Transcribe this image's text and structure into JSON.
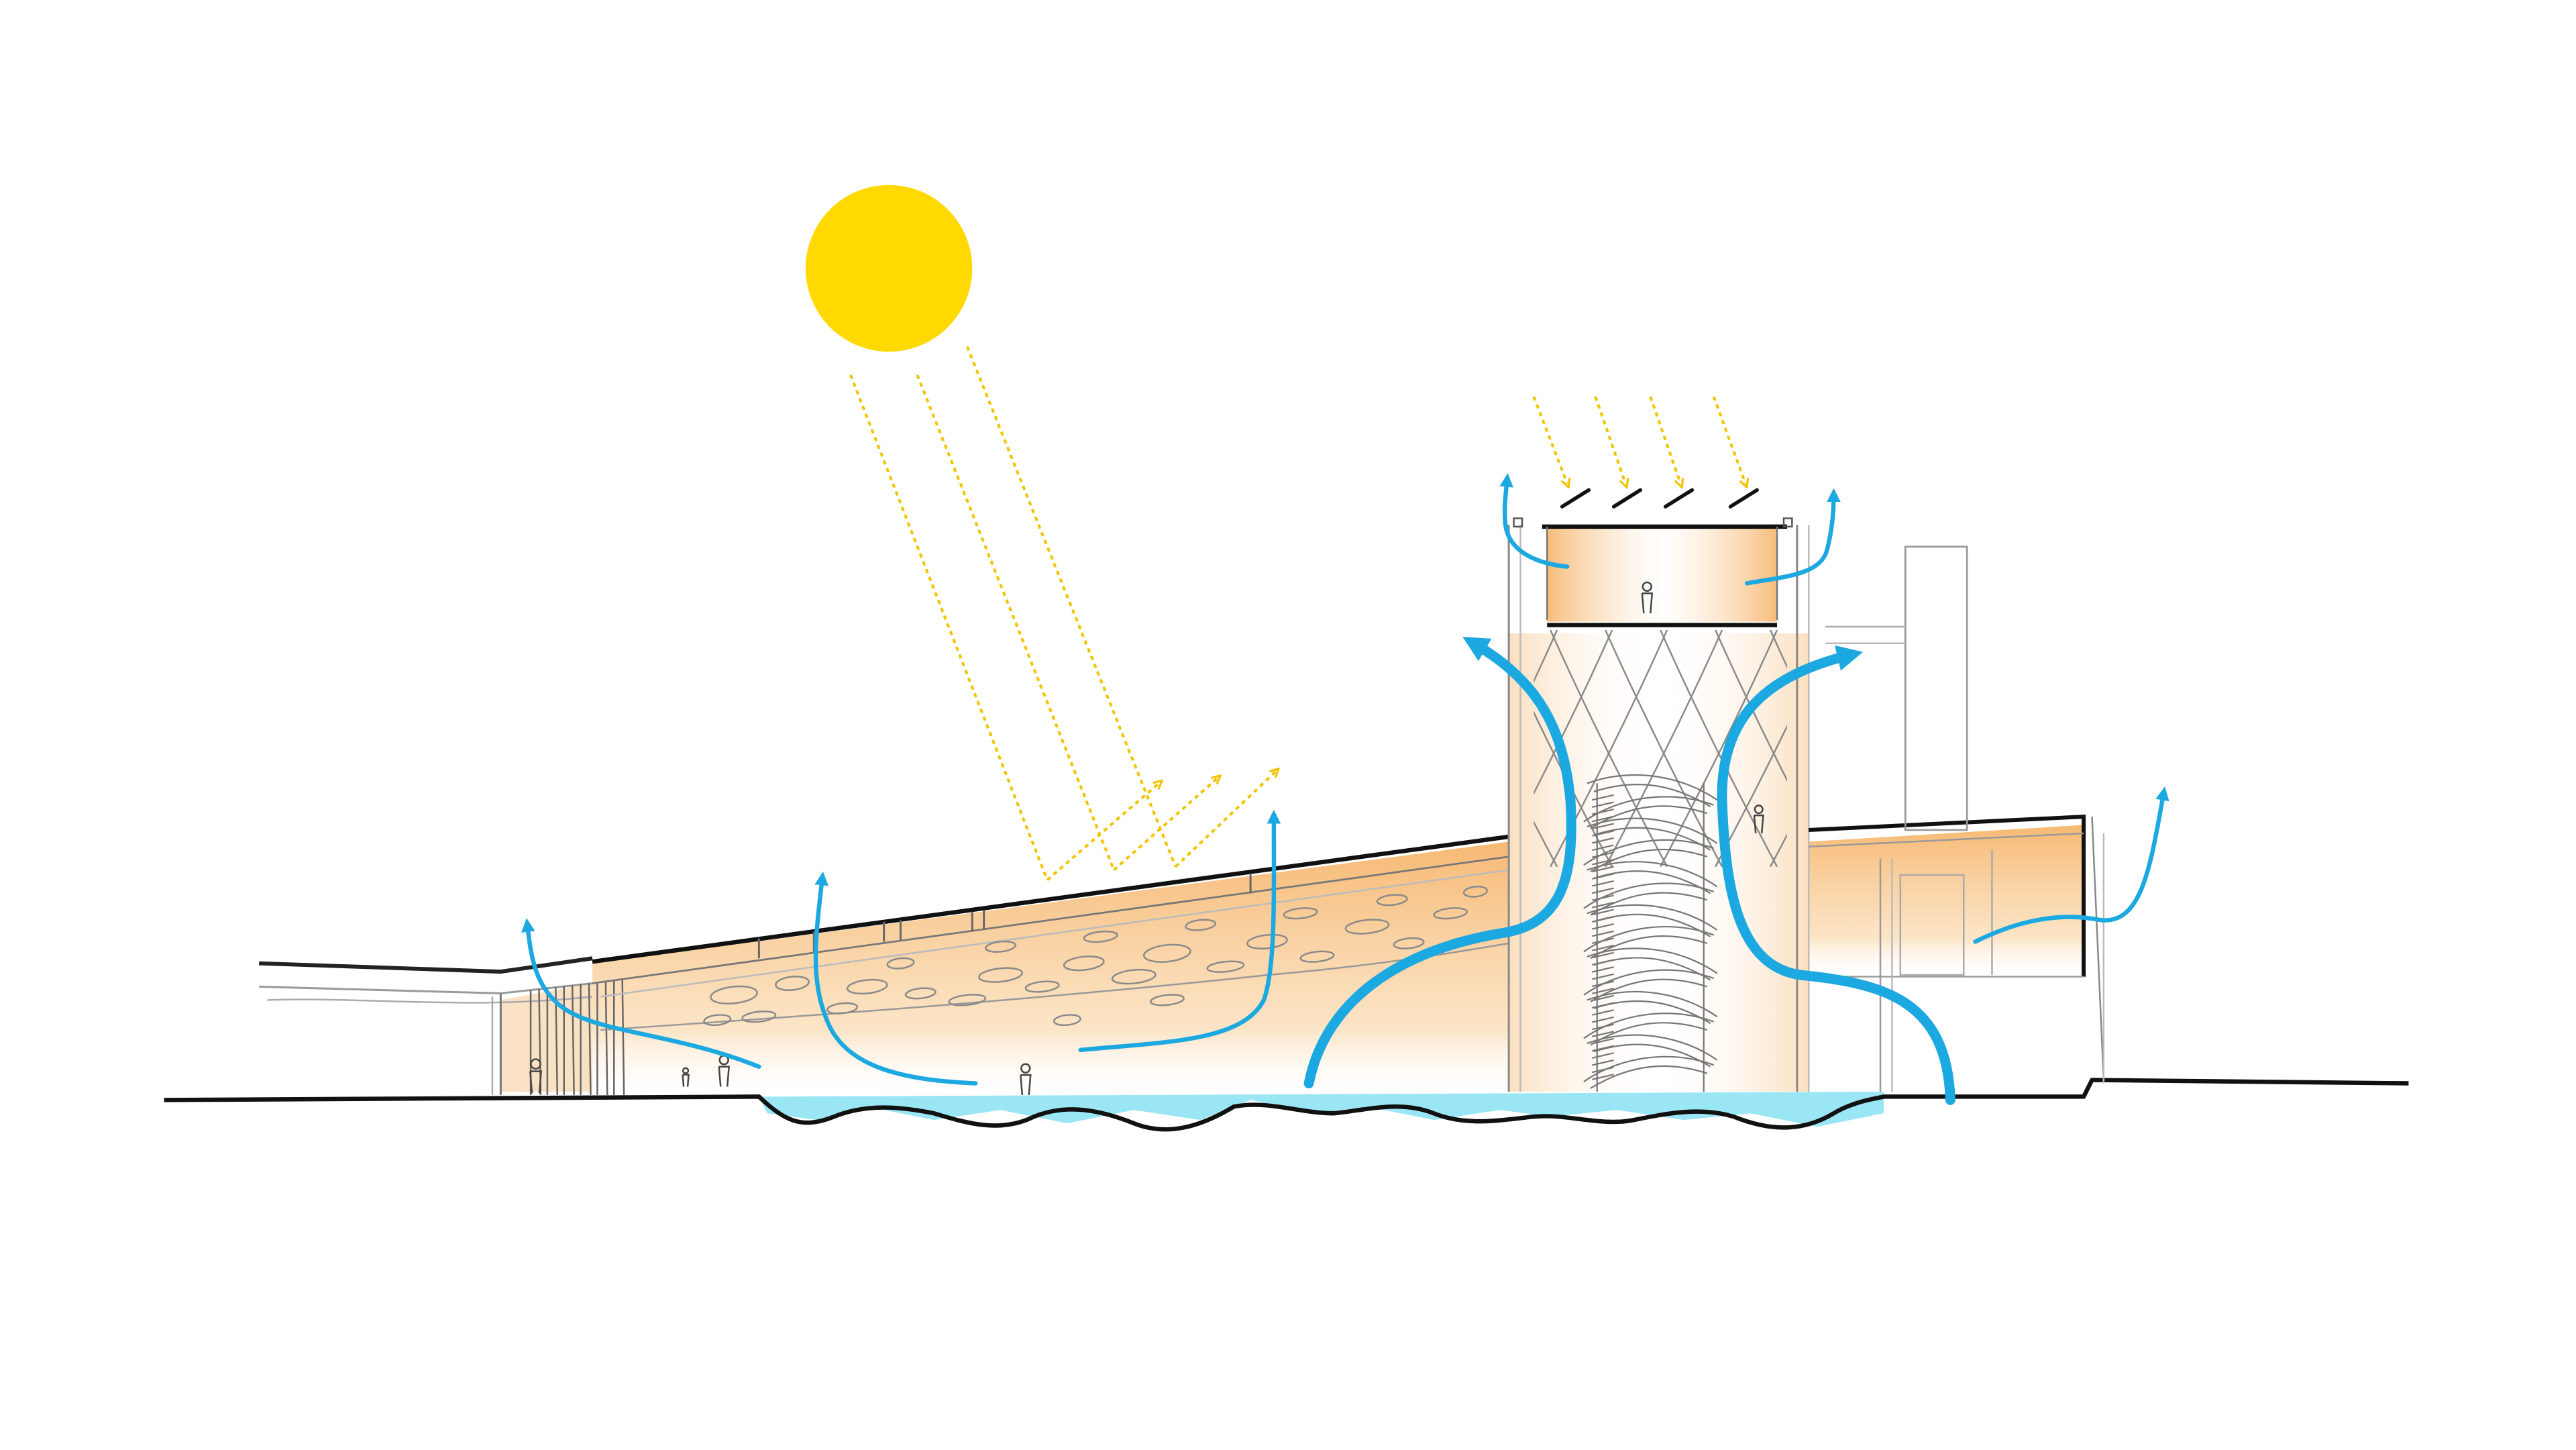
{
  "diagram": {
    "kind": "architectural-section-sketch",
    "elements": [
      "sun",
      "sun-rays",
      "reflected-rays",
      "tower-skylight-rays",
      "sloped-green-roof",
      "occupied-floor-plate",
      "central-atrium-tower",
      "spiral-stair",
      "water-pool",
      "ground-line",
      "air-flow-arrows",
      "people-figures"
    ],
    "colors": {
      "sun": "#FFD900",
      "ray": "#F2C400",
      "air_flow": "#1CA8E0",
      "water": "#9BE6F5",
      "interior_warm": "#F6B56C",
      "line": "#111111",
      "sketch": "#8a8a8a"
    }
  }
}
